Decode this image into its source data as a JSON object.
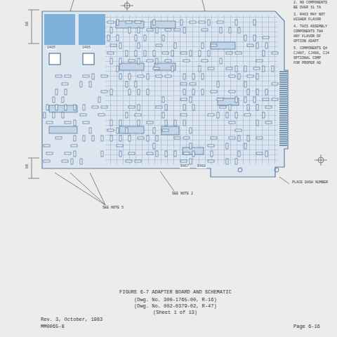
{
  "diagram": {
    "caption": "FIGURE 6-7 ADAPTER BOARD AND SCHEMATIC",
    "labels": [
      "(Dwg. No. 300-1765-00, R-16)",
      "(Dwg. No. 002-0379-02, R-47)",
      "(Sheet 1 of 13)",
      "Rev. 3, October, 1983",
      "MM0065-8",
      "Page 6-16",
      "56",
      "56",
      "SEE NOTE 5",
      "SEE NOTE 2",
      "PLACE DASH NUMBER",
      "2. NO COMPONENTS",
      "BE OVER 31 TA",
      "3. R463 MAY NOT",
      "HIGHER FLAVOR",
      "4. THIS ASSEMBLY",
      "COMPONENTS THA",
      "ANY FLAVOR OF",
      "OPTION ADAPT",
      "5. COMPONENTS Q4",
      "CJ407, CJ408, CJ4",
      "OPTIONAL COMP",
      "FOR PROPER AD",
      "U405",
      "U406",
      "R467",
      "R468"
    ]
  }
}
